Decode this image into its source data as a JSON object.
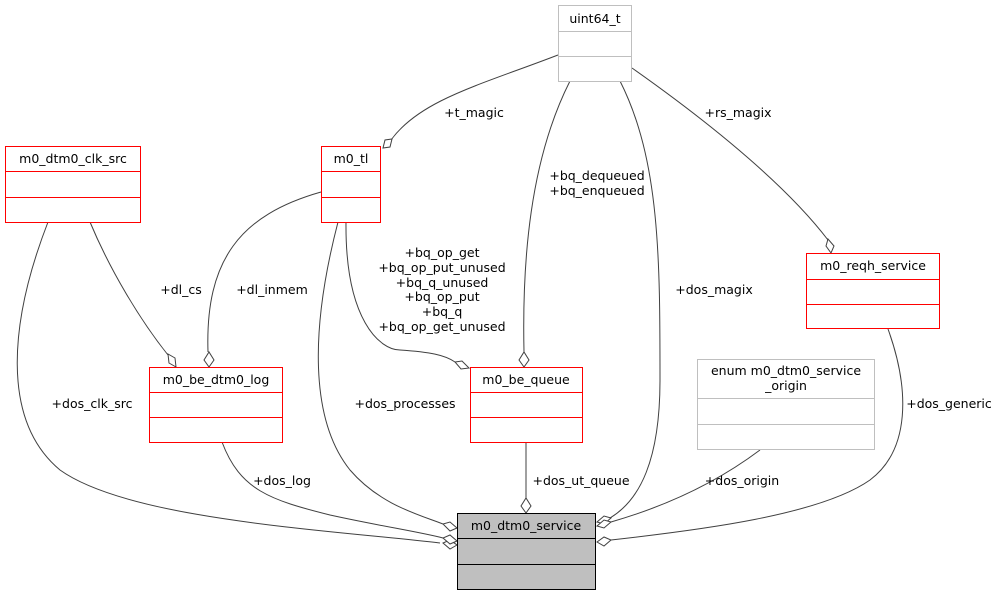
{
  "colors": {
    "class_border": "#ff0000",
    "external_border": "#bfbfbf",
    "focus_fill": "#bfbfbf",
    "edge": "#404040"
  },
  "nodes": {
    "uint64": "uint64_t",
    "clk_src": "m0_dtm0_clk_src",
    "tl": "m0_tl",
    "reqh": "m0_reqh_service",
    "log": "m0_be_dtm0_log",
    "queue": "m0_be_queue",
    "origin_line1": "enum m0_dtm0_service",
    "origin_line2": "_origin",
    "service": "m0_dtm0_service"
  },
  "edges": {
    "t_magic": "+t_magic",
    "rs_magix": "+rs_magix",
    "bq_dequeued": "+bq_dequeued",
    "bq_enqueued": "+bq_enqueued",
    "dos_magix": "+dos_magix",
    "dl_cs": "+dl_cs",
    "dl_inmem": "+dl_inmem",
    "bq_ops": [
      "+bq_op_get",
      "+bq_op_put_unused",
      "+bq_q_unused",
      "+bq_op_put",
      "+bq_q",
      "+bq_op_get_unused"
    ],
    "dos_clk_src": "+dos_clk_src",
    "dos_processes": "+dos_processes",
    "dos_generic": "+dos_generic",
    "dos_log": "+dos_log",
    "dos_ut_queue": "+dos_ut_queue",
    "dos_origin": "+dos_origin"
  }
}
